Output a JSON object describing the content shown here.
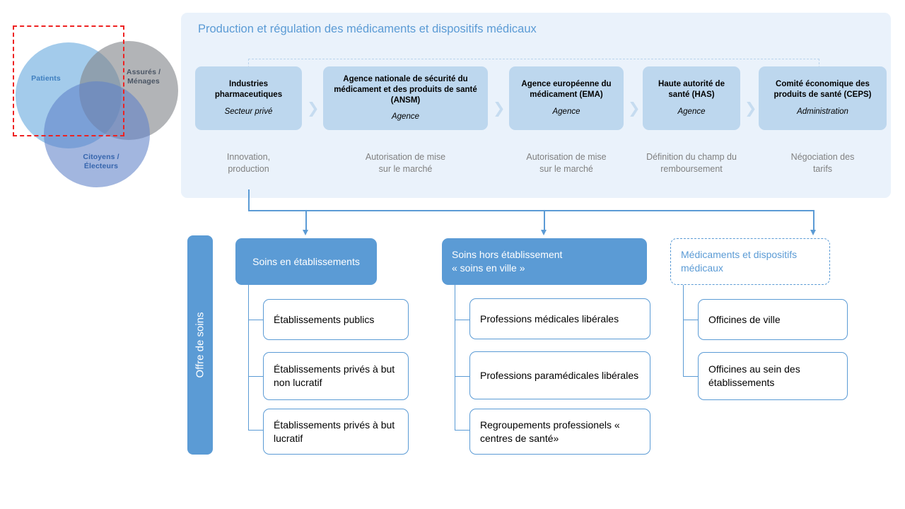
{
  "venn": {
    "circles": [
      {
        "key": "patients",
        "label": "Patients",
        "color": "#8cbee6"
      },
      {
        "key": "assures",
        "label": "Assurés /\nMénages",
        "color": "#82868a"
      },
      {
        "key": "citoyens",
        "label": "Citoyens /\nÉlecteurs",
        "color": "#5f82c8"
      }
    ],
    "labels": {
      "patients": "Patients",
      "assures_line1": "Assurés /",
      "assures_line2": "Ménages",
      "citoyens_line1": "Citoyens /",
      "citoyens_line2": "Électeurs"
    },
    "highlight_color": "#ee2222"
  },
  "panel": {
    "title": "Production et régulation des médicaments et dispositifs médicaux",
    "background": "#eaf2fb",
    "accent": "#5b9bd5",
    "box_fill": "#bdd7ee",
    "chevron": "❯",
    "boxes": [
      {
        "title": "Industries pharmaceutiques",
        "subtitle": "Secteur privé",
        "caption": "Innovation,\nproduction",
        "caption_line1": "Innovation,",
        "caption_line2": "production"
      },
      {
        "title": "Agence nationale de sécurité du médicament et des produits de santé (ANSM)",
        "subtitle": "Agence",
        "caption_line1": "Autorisation de mise",
        "caption_line2": "sur le marché"
      },
      {
        "title": "Agence européenne du médicament (EMA)",
        "subtitle": "Agence",
        "caption_line1": "Autorisation de mise",
        "caption_line2": "sur le marché"
      },
      {
        "title": "Haute autorité de santé (HAS)",
        "subtitle": "Agence",
        "caption_line1": "Définition du champ du",
        "caption_line2": "remboursement"
      },
      {
        "title": "Comité économique des produits de santé (CEPS)",
        "subtitle": "Administration",
        "caption_line1": "Négociation des",
        "caption_line2": "tarifs"
      }
    ]
  },
  "offre": {
    "label": "Offre de soins"
  },
  "columns": [
    {
      "key": "etablissements",
      "header": "Soins en établissements",
      "style": "solid",
      "items": [
        {
          "label": "Établissements publics"
        },
        {
          "label": "Établissements privés à but non lucratif"
        },
        {
          "label": "Établissements privés à but lucratif"
        }
      ]
    },
    {
      "key": "hors-etablissement",
      "header": "Soins hors établissement « soins en ville »",
      "header_line1": "Soins hors établissement",
      "header_line2": "« soins en ville »",
      "style": "solid",
      "items": [
        {
          "label": "Professions médicales libérales"
        },
        {
          "label": "Professions paramédicales libérales"
        },
        {
          "label": "Regroupements professionels « centres de santé»"
        }
      ]
    },
    {
      "key": "medicaments",
      "header": "Médicaments et dispositifs médicaux",
      "style": "dashed",
      "items": [
        {
          "label": "Officines de ville"
        },
        {
          "label": "Officines au sein des établissements"
        }
      ]
    }
  ]
}
